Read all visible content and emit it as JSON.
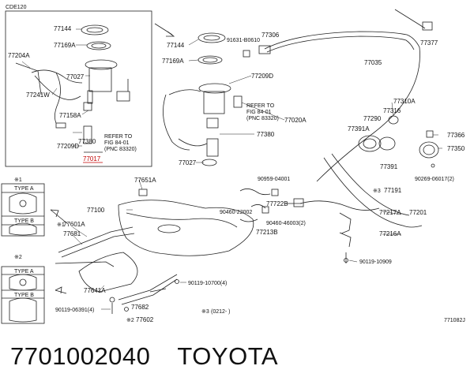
{
  "diagram": {
    "code_top": "CDE120",
    "code_bottom": "771082J",
    "inset_labels": [
      "77144",
      "77169A",
      "77204A",
      "77027",
      "77241W",
      "77158A",
      "77380",
      "77209D",
      "77017"
    ],
    "refer_left": [
      "REFER TO",
      "FIG 84-01",
      "(PNC 83320)"
    ],
    "main_labels": [
      "77144",
      "77169A",
      "91631-B0610",
      "77306",
      "77377",
      "77035",
      "77209D",
      "77020A",
      "77380",
      "77027",
      "77310A",
      "77316",
      "77290",
      "77391A",
      "77366",
      "77350",
      "77391",
      "90269-06017(2)",
      "90959-04001",
      "77722B",
      "77191",
      "77217A",
      "77201",
      "90460-22002",
      "90460-46003(2)",
      "77213B",
      "77216A",
      "90119-10909",
      "77651A",
      "77100",
      "77601A",
      "77681",
      "77641A",
      "77682",
      "77602",
      "90119-10700(4)",
      "90119-06391(4)"
    ],
    "refer_right": [
      "REFER TO",
      "FIG 84-01",
      "(PNC 83320)"
    ],
    "types": {
      "n1": "※1",
      "n2": "※2",
      "n3": "※3",
      "type_a": "TYPE A",
      "type_b": "TYPE B"
    },
    "marks": {
      "m1": "※1",
      "m2": "※2",
      "m3": "※3",
      "note": "(0212-    )"
    }
  },
  "caption": {
    "part_number": "7701002040",
    "brand": "TOYOTA"
  }
}
